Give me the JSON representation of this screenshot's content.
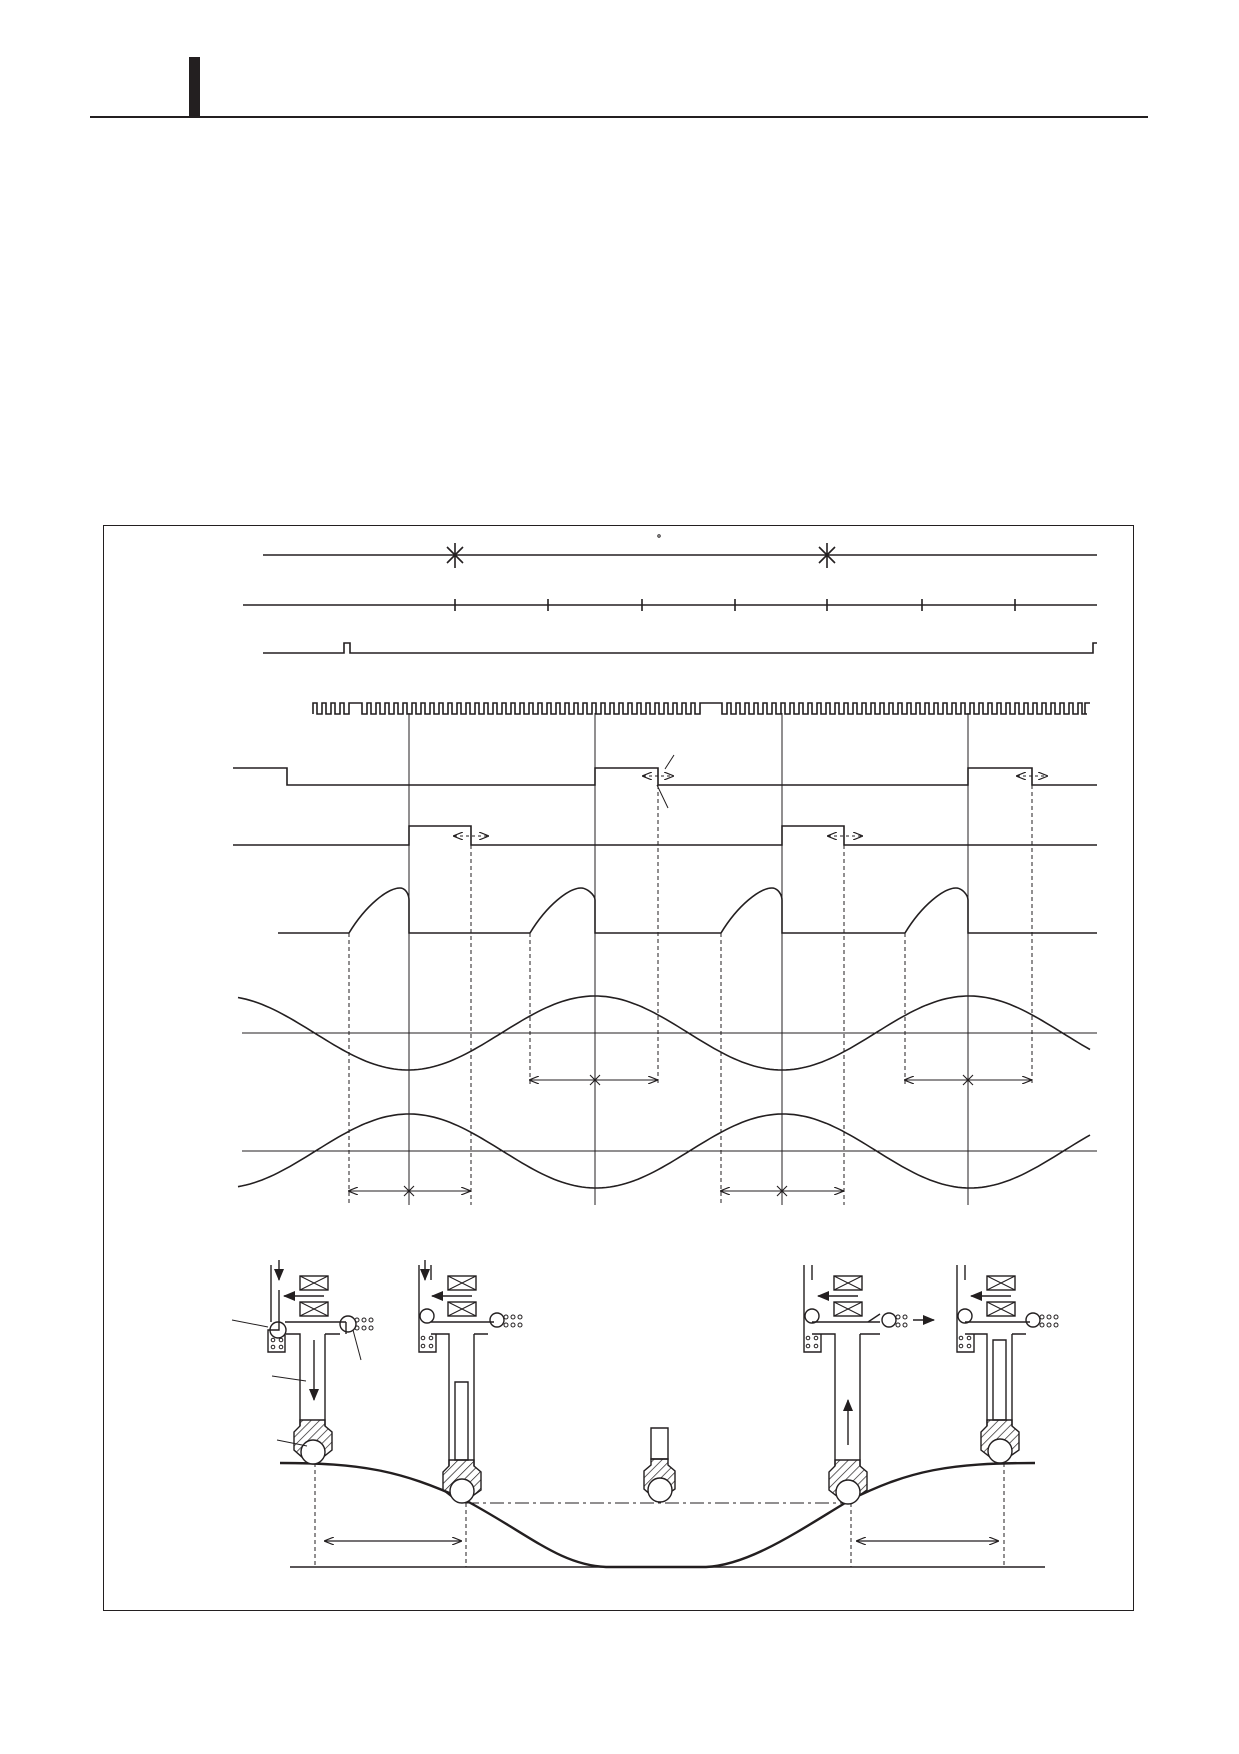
{
  "colors": {
    "line": "#231f20",
    "hatch": "#231f20",
    "background": "#ffffff"
  },
  "header": {
    "marker": "section-marker",
    "rule": "header-rule"
  },
  "figure": {
    "description_items": [
      "crank-mark-timeline",
      "crank-angle-ticks",
      "cam-reference-pulse",
      "crank-position-pulse-train",
      "valve-drive-signal-a",
      "valve-drive-signal-b",
      "coil-current-a",
      "valve-lift-wave-a",
      "valve-lift-wave-b",
      "lifter-mechanism-stages",
      "cam-profile"
    ]
  }
}
